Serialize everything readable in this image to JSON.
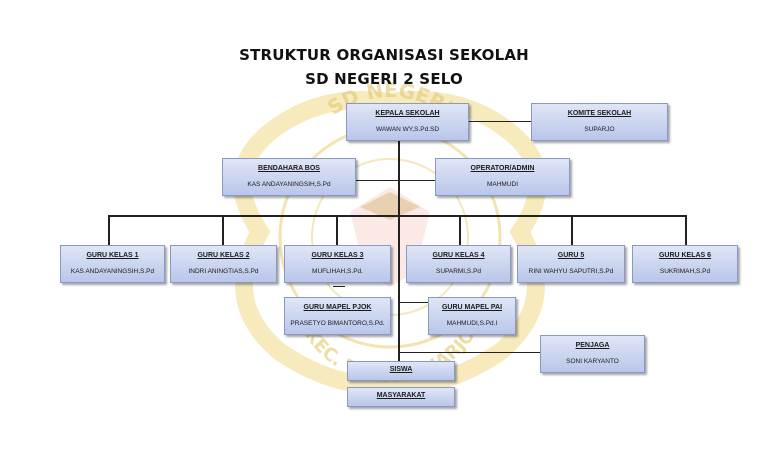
{
  "title": {
    "line1": "STRUKTUR ORGANISASI SEKOLAH",
    "line2": "SD NEGERI 2 SELO"
  },
  "watermark": {
    "text_top": "SD NEGERI",
    "text_bottom": "KEC. TAWANGHARJO",
    "color": "#e8c65a"
  },
  "colors": {
    "box_top": "#dfe6f6",
    "box_bottom": "#b9c6ea",
    "line": "#222222"
  },
  "nodes": {
    "kepala": {
      "label": "KEPALA SEKOLAH",
      "name": "WAWAN WY,S.Pd.SD"
    },
    "komite": {
      "label": "KOMITE SEKOLAH",
      "name": "SUPARJO"
    },
    "bendahara": {
      "label": "BENDAHARA BOS",
      "name": "KAS ANDAYANINGSIH,S.Pd"
    },
    "operator": {
      "label": "OPERATOR/ADMIN",
      "name": "MAHMUDI"
    },
    "guru1": {
      "label": "GURU KELAS 1",
      "name": "KAS ANDAYANINGSIH,S.Pd"
    },
    "guru2": {
      "label": "GURU KELAS 2",
      "name": "INDRI ANINGTIAS,S.Pd"
    },
    "guru3": {
      "label": "GURU KELAS 3",
      "name": "MUFLIHAH,S.Pd."
    },
    "guru4": {
      "label": "GURU KELAS 4",
      "name": "SUPARMI,S.Pd"
    },
    "guru5": {
      "label": "GURU 5",
      "name": "RINI WAHYU SAPUTRI,S.Pd"
    },
    "guru6": {
      "label": "GURU KELAS 6",
      "name": "SUKRIMAH,S.Pd"
    },
    "pjok": {
      "label": "GURU MAPEL PJOK",
      "name": "PRASETYO BIMANTORO,S.Pd."
    },
    "pai": {
      "label": "GURU MAPEL PAI",
      "name": "MAHMUDI,S.Pd.I"
    },
    "penjaga": {
      "label": "PENJAGA",
      "name": "SONI KARYANTO"
    },
    "siswa": {
      "label": "SISWA"
    },
    "masyarakat": {
      "label": "MASYARAKAT"
    }
  }
}
